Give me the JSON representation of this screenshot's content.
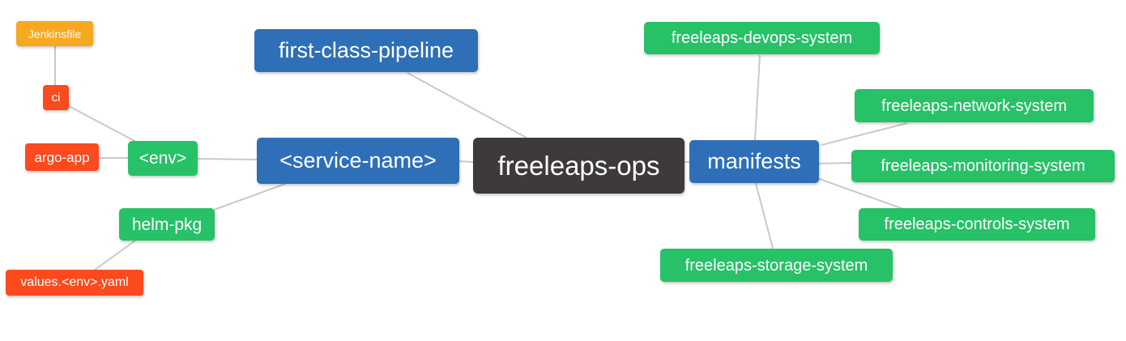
{
  "diagram": {
    "type": "mindmap",
    "root_label": "freeleaps-ops",
    "palette": {
      "blue": "#2e6fb8",
      "green": "#27c168",
      "red": "#fb4a1d",
      "amber": "#f7a821",
      "dark": "#3f3a3a",
      "edge": "#c9c9c9",
      "text": "#ffffff",
      "background": "#ffffff"
    },
    "nodes": [
      {
        "id": "jenkinsfile",
        "label": "Jenkinsfile",
        "color": "amber"
      },
      {
        "id": "ci",
        "label": "ci",
        "color": "red"
      },
      {
        "id": "argo-app",
        "label": "argo-app",
        "color": "red"
      },
      {
        "id": "env",
        "label": "<env>",
        "color": "green"
      },
      {
        "id": "helm-pkg",
        "label": "helm-pkg",
        "color": "green"
      },
      {
        "id": "values-env-yaml",
        "label": "values.<env>.yaml",
        "color": "red"
      },
      {
        "id": "first-class-pipeline",
        "label": "first-class-pipeline",
        "color": "blue"
      },
      {
        "id": "service-name",
        "label": "<service-name>",
        "color": "blue"
      },
      {
        "id": "freeleaps-ops",
        "label": "freeleaps-ops",
        "color": "dark"
      },
      {
        "id": "manifests",
        "label": "manifests",
        "color": "blue"
      },
      {
        "id": "freeleaps-devops-system",
        "label": "freeleaps-devops-system",
        "color": "green"
      },
      {
        "id": "freeleaps-network-system",
        "label": "freeleaps-network-system",
        "color": "green"
      },
      {
        "id": "freeleaps-monitoring-system",
        "label": "freeleaps-monitoring-system",
        "color": "green"
      },
      {
        "id": "freeleaps-controls-system",
        "label": "freeleaps-controls-system",
        "color": "green"
      },
      {
        "id": "freeleaps-storage-system",
        "label": "freeleaps-storage-system",
        "color": "green"
      }
    ],
    "edges": [
      {
        "from": "Jenkinsfile",
        "to": "ci"
      },
      {
        "from": "ci",
        "to": "<env>"
      },
      {
        "from": "argo-app",
        "to": "<env>"
      },
      {
        "from": "<env>",
        "to": "<service-name>"
      },
      {
        "from": "helm-pkg",
        "to": "<service-name>"
      },
      {
        "from": "values.<env>.yaml",
        "to": "helm-pkg"
      },
      {
        "from": "first-class-pipeline",
        "to": "freeleaps-ops"
      },
      {
        "from": "<service-name>",
        "to": "freeleaps-ops"
      },
      {
        "from": "freeleaps-ops",
        "to": "manifests"
      },
      {
        "from": "manifests",
        "to": "freeleaps-devops-system"
      },
      {
        "from": "manifests",
        "to": "freeleaps-network-system"
      },
      {
        "from": "manifests",
        "to": "freeleaps-monitoring-system"
      },
      {
        "from": "manifests",
        "to": "freeleaps-controls-system"
      },
      {
        "from": "manifests",
        "to": "freeleaps-storage-system"
      }
    ]
  }
}
